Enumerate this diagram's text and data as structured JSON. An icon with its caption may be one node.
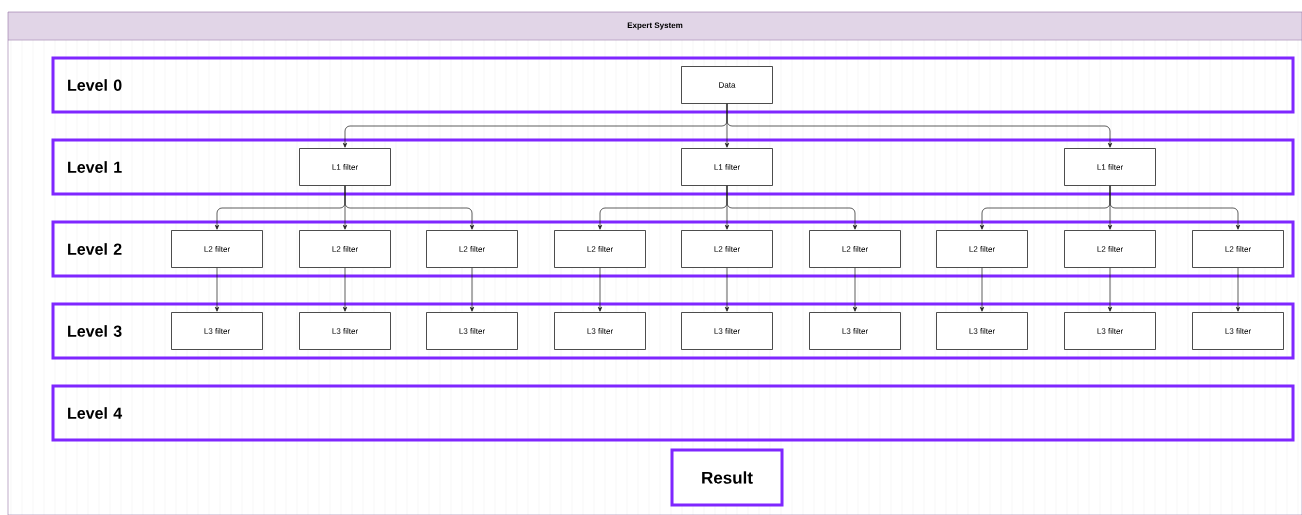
{
  "diagram": {
    "nodes": [
      {
        "text": [
          "Expert System"
        ]
      },
      {
        "text": [
          "Level 0"
        ],
        "in": 0
      },
      {
        "text": [
          "Data"
        ],
        "in": 1
      },
      {
        "text": [
          "Level 1"
        ],
        "in": 0
      },
      {
        "text": [
          "L1 filter"
        ],
        "in": 3
      },
      {
        "text": [
          "L1 filter"
        ],
        "in": 3
      },
      {
        "text": [
          "L1 filter"
        ],
        "in": 3
      },
      {
        "text": [
          "Level 2"
        ],
        "in": 0
      },
      {
        "text": [
          "L2 filter"
        ],
        "in": 7
      },
      {
        "text": [
          "L2 filter"
        ],
        "in": 7
      },
      {
        "text": [
          "L2 filter"
        ],
        "in": 7
      },
      {
        "text": [
          "L2 filter"
        ],
        "in": 7
      },
      {
        "text": [
          "L2 filter"
        ],
        "in": 7
      },
      {
        "text": [
          "L2 filter"
        ],
        "in": 7
      },
      {
        "text": [
          "L2 filter"
        ],
        "in": 7
      },
      {
        "text": [
          "L2 filter"
        ],
        "in": 7
      },
      {
        "text": [
          "L2 filter"
        ],
        "in": 7
      },
      {
        "text": [
          "Level 3"
        ],
        "in": 0
      },
      {
        "text": [
          "L3 filter"
        ],
        "in": 17
      },
      {
        "text": [
          "L3 filter"
        ],
        "in": 17
      },
      {
        "text": [
          "L3 filter"
        ],
        "in": 17
      },
      {
        "text": [
          "L3 filter"
        ],
        "in": 17
      },
      {
        "text": [
          "L3 filter"
        ],
        "in": 17
      },
      {
        "text": [
          "L3 filter"
        ],
        "in": 17
      },
      {
        "text": [
          "L3 filter"
        ],
        "in": 17
      },
      {
        "text": [
          "L3 filter"
        ],
        "in": 17
      },
      {
        "text": [
          "L3 filter"
        ],
        "in": 17
      },
      {
        "text": [
          "Level 4"
        ],
        "in": 0
      },
      {
        "text": [
          "Result"
        ],
        "in": 0
      }
    ],
    "edges": [
      {
        "from": 2,
        "to": 4,
        "arrow": "to"
      },
      {
        "from": 2,
        "to": 5,
        "arrow": "to"
      },
      {
        "from": 2,
        "to": 6,
        "arrow": "to"
      },
      {
        "from": 4,
        "to": 8,
        "arrow": "to"
      },
      {
        "from": 4,
        "to": 9,
        "arrow": "to"
      },
      {
        "from": 4,
        "to": 10,
        "arrow": "to"
      },
      {
        "from": 5,
        "to": 11,
        "arrow": "to"
      },
      {
        "from": 5,
        "to": 12,
        "arrow": "to"
      },
      {
        "from": 5,
        "to": 13,
        "arrow": "to"
      },
      {
        "from": 6,
        "to": 14,
        "arrow": "to"
      },
      {
        "from": 6,
        "to": 15,
        "arrow": "to"
      },
      {
        "from": 6,
        "to": 16,
        "arrow": "to"
      },
      {
        "from": 8,
        "to": 18,
        "arrow": "to"
      },
      {
        "from": 9,
        "to": 19,
        "arrow": "to"
      },
      {
        "from": 10,
        "to": 20,
        "arrow": "to"
      },
      {
        "from": 11,
        "to": 21,
        "arrow": "to"
      },
      {
        "from": 12,
        "to": 22,
        "arrow": "to"
      },
      {
        "from": 13,
        "to": 23,
        "arrow": "to"
      },
      {
        "from": 14,
        "to": 24,
        "arrow": "to"
      },
      {
        "from": 15,
        "to": 25,
        "arrow": "to"
      },
      {
        "from": 16,
        "to": 26,
        "arrow": "to"
      }
    ]
  }
}
